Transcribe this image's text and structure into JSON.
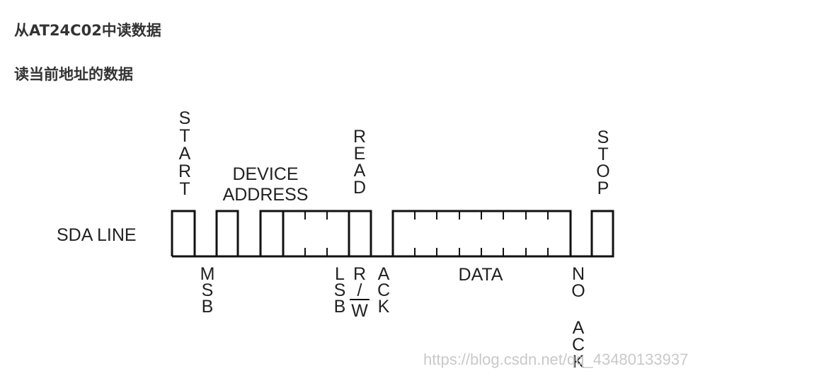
{
  "heading_1": "从AT24C02中读数据",
  "heading_2": "读当前地址的数据",
  "diagram": {
    "line_label": "SDA LINE",
    "start": "START",
    "device_address_1": "DEVICE",
    "device_address_2": "ADDRESS",
    "read": "READ",
    "stop": "STOP",
    "msb": "MSB",
    "lsb": "LSB",
    "rw_r": "R",
    "rw_slash": "/",
    "rw_w": "W",
    "ack": "ACK",
    "data": "DATA",
    "no": "NO",
    "no_ack": "ACK"
  },
  "watermark": "https://blog.csdn.net/qq_43480133937"
}
